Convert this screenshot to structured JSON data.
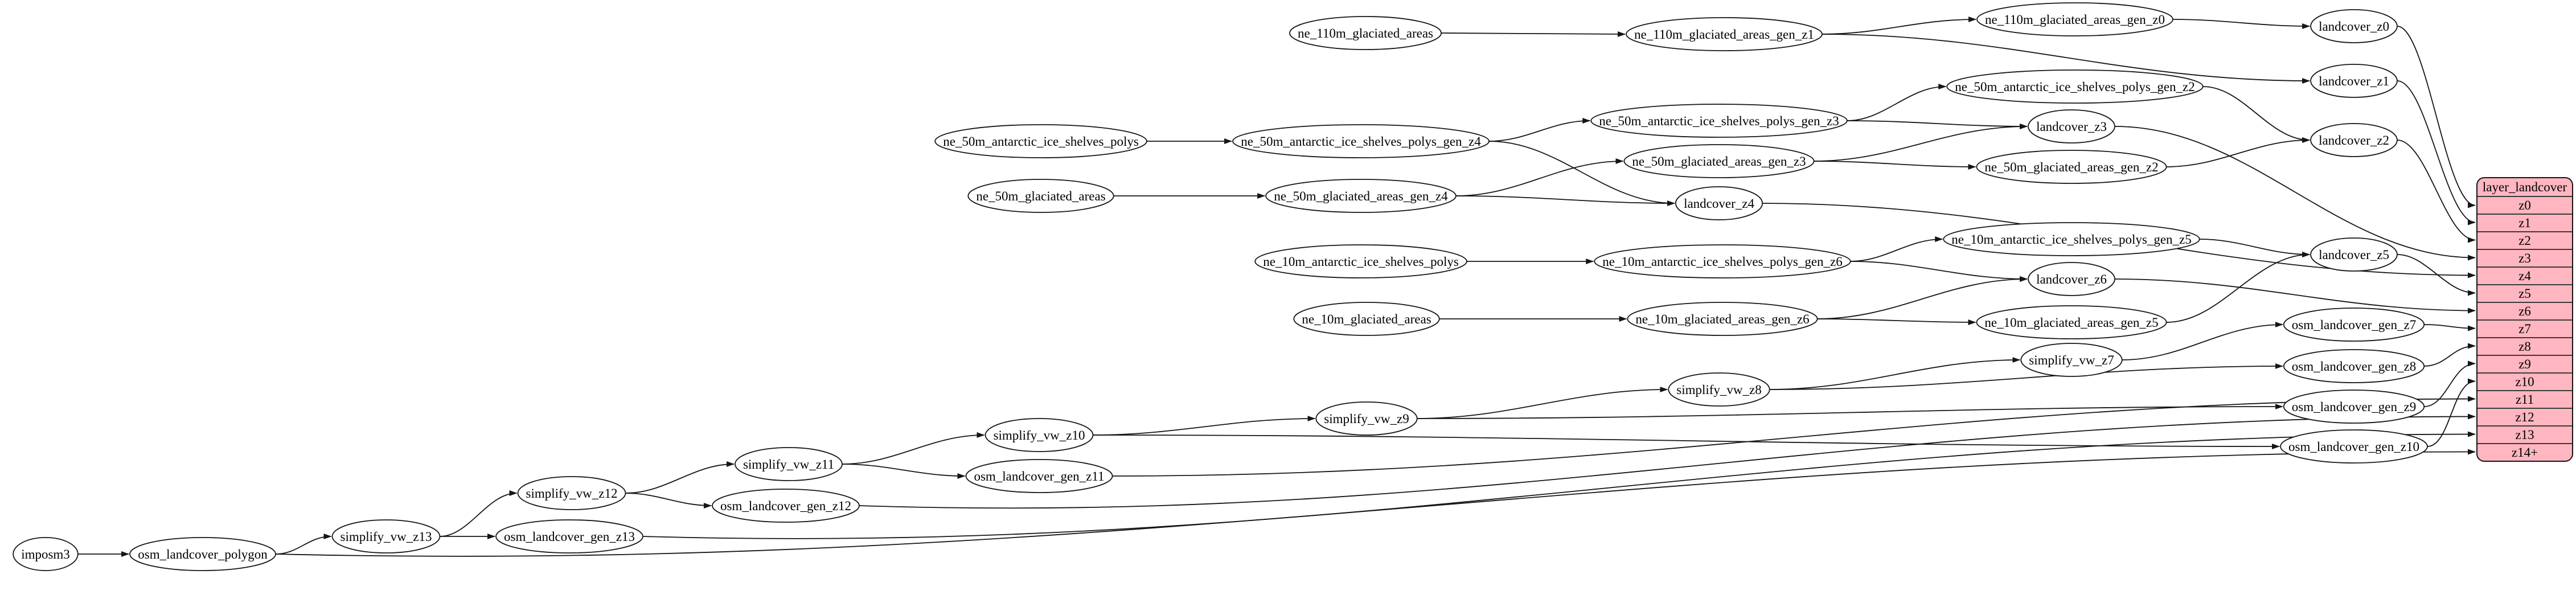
{
  "diagram": {
    "colors": {
      "table_fill": "#ffb6c1",
      "table_border": "#151515",
      "node_fill": "#ffffff",
      "node_border": "#151515",
      "edge": "#151515"
    },
    "nodes": [
      {
        "id": "imposm3",
        "label": "imposm3"
      },
      {
        "id": "osm_landcover_polygon",
        "label": "osm_landcover_polygon"
      },
      {
        "id": "simplify_vw_z13",
        "label": "simplify_vw_z13"
      },
      {
        "id": "osm_landcover_gen_z13",
        "label": "osm_landcover_gen_z13"
      },
      {
        "id": "simplify_vw_z12",
        "label": "simplify_vw_z12"
      },
      {
        "id": "osm_landcover_gen_z12",
        "label": "osm_landcover_gen_z12"
      },
      {
        "id": "simplify_vw_z11",
        "label": "simplify_vw_z11"
      },
      {
        "id": "osm_landcover_gen_z11",
        "label": "osm_landcover_gen_z11"
      },
      {
        "id": "simplify_vw_z10",
        "label": "simplify_vw_z10"
      },
      {
        "id": "simplify_vw_z9",
        "label": "simplify_vw_z9"
      },
      {
        "id": "simplify_vw_z8",
        "label": "simplify_vw_z8"
      },
      {
        "id": "simplify_vw_z7",
        "label": "simplify_vw_z7"
      },
      {
        "id": "osm_landcover_gen_z7",
        "label": "osm_landcover_gen_z7"
      },
      {
        "id": "osm_landcover_gen_z8",
        "label": "osm_landcover_gen_z8"
      },
      {
        "id": "osm_landcover_gen_z9",
        "label": "osm_landcover_gen_z9"
      },
      {
        "id": "osm_landcover_gen_z10",
        "label": "osm_landcover_gen_z10"
      },
      {
        "id": "ne_110m_glaciated_areas",
        "label": "ne_110m_glaciated_areas"
      },
      {
        "id": "ne_110m_glaciated_areas_gen_z1",
        "label": "ne_110m_glaciated_areas_gen_z1"
      },
      {
        "id": "ne_110m_glaciated_areas_gen_z0",
        "label": "ne_110m_glaciated_areas_gen_z0"
      },
      {
        "id": "landcover_z0",
        "label": "landcover_z0"
      },
      {
        "id": "landcover_z1",
        "label": "landcover_z1"
      },
      {
        "id": "ne_50m_antarctic_ice_shelves_polys",
        "label": "ne_50m_antarctic_ice_shelves_polys"
      },
      {
        "id": "ne_50m_antarctic_ice_shelves_polys_gen_z4",
        "label": "ne_50m_antarctic_ice_shelves_polys_gen_z4"
      },
      {
        "id": "ne_50m_antarctic_ice_shelves_polys_gen_z3",
        "label": "ne_50m_antarctic_ice_shelves_polys_gen_z3"
      },
      {
        "id": "ne_50m_antarctic_ice_shelves_polys_gen_z2",
        "label": "ne_50m_antarctic_ice_shelves_polys_gen_z2"
      },
      {
        "id": "landcover_z2",
        "label": "landcover_z2"
      },
      {
        "id": "landcover_z3",
        "label": "landcover_z3"
      },
      {
        "id": "ne_50m_glaciated_areas",
        "label": "ne_50m_glaciated_areas"
      },
      {
        "id": "ne_50m_glaciated_areas_gen_z4",
        "label": "ne_50m_glaciated_areas_gen_z4"
      },
      {
        "id": "ne_50m_glaciated_areas_gen_z3",
        "label": "ne_50m_glaciated_areas_gen_z3"
      },
      {
        "id": "ne_50m_glaciated_areas_gen_z2",
        "label": "ne_50m_glaciated_areas_gen_z2"
      },
      {
        "id": "landcover_z4",
        "label": "landcover_z4"
      },
      {
        "id": "ne_10m_antarctic_ice_shelves_polys",
        "label": "ne_10m_antarctic_ice_shelves_polys"
      },
      {
        "id": "ne_10m_antarctic_ice_shelves_polys_gen_z6",
        "label": "ne_10m_antarctic_ice_shelves_polys_gen_z6"
      },
      {
        "id": "ne_10m_antarctic_ice_shelves_polys_gen_z5",
        "label": "ne_10m_antarctic_ice_shelves_polys_gen_z5"
      },
      {
        "id": "landcover_z5",
        "label": "landcover_z5"
      },
      {
        "id": "landcover_z6",
        "label": "landcover_z6"
      },
      {
        "id": "ne_10m_glaciated_areas",
        "label": "ne_10m_glaciated_areas"
      },
      {
        "id": "ne_10m_glaciated_areas_gen_z6",
        "label": "ne_10m_glaciated_areas_gen_z6"
      },
      {
        "id": "ne_10m_glaciated_areas_gen_z5",
        "label": "ne_10m_glaciated_areas_gen_z5"
      }
    ],
    "table": {
      "title": "layer_landcover",
      "rows": [
        "z0",
        "z1",
        "z2",
        "z3",
        "z4",
        "z5",
        "z6",
        "z7",
        "z8",
        "z9",
        "z10",
        "z11",
        "z12",
        "z13",
        "z14+"
      ]
    },
    "edges": [
      [
        "imposm3",
        "osm_landcover_polygon"
      ],
      [
        "osm_landcover_polygon",
        "simplify_vw_z13"
      ],
      [
        "osm_landcover_polygon",
        "layer_landcover:z14+"
      ],
      [
        "simplify_vw_z13",
        "osm_landcover_gen_z13"
      ],
      [
        "simplify_vw_z13",
        "simplify_vw_z12"
      ],
      [
        "osm_landcover_gen_z13",
        "layer_landcover:z13"
      ],
      [
        "simplify_vw_z12",
        "osm_landcover_gen_z12"
      ],
      [
        "simplify_vw_z12",
        "simplify_vw_z11"
      ],
      [
        "osm_landcover_gen_z12",
        "layer_landcover:z12"
      ],
      [
        "simplify_vw_z11",
        "osm_landcover_gen_z11"
      ],
      [
        "simplify_vw_z11",
        "simplify_vw_z10"
      ],
      [
        "osm_landcover_gen_z11",
        "layer_landcover:z11"
      ],
      [
        "simplify_vw_z10",
        "osm_landcover_gen_z10"
      ],
      [
        "simplify_vw_z10",
        "simplify_vw_z9"
      ],
      [
        "osm_landcover_gen_z10",
        "layer_landcover:z10"
      ],
      [
        "simplify_vw_z9",
        "osm_landcover_gen_z9"
      ],
      [
        "simplify_vw_z9",
        "simplify_vw_z8"
      ],
      [
        "osm_landcover_gen_z9",
        "layer_landcover:z9"
      ],
      [
        "simplify_vw_z8",
        "osm_landcover_gen_z8"
      ],
      [
        "simplify_vw_z8",
        "simplify_vw_z7"
      ],
      [
        "osm_landcover_gen_z8",
        "layer_landcover:z8"
      ],
      [
        "simplify_vw_z7",
        "osm_landcover_gen_z7"
      ],
      [
        "osm_landcover_gen_z7",
        "layer_landcover:z7"
      ],
      [
        "ne_110m_glaciated_areas",
        "ne_110m_glaciated_areas_gen_z1"
      ],
      [
        "ne_110m_glaciated_areas_gen_z1",
        "ne_110m_glaciated_areas_gen_z0"
      ],
      [
        "ne_110m_glaciated_areas_gen_z1",
        "landcover_z1"
      ],
      [
        "ne_110m_glaciated_areas_gen_z0",
        "landcover_z0"
      ],
      [
        "landcover_z0",
        "layer_landcover:z0"
      ],
      [
        "landcover_z1",
        "layer_landcover:z1"
      ],
      [
        "ne_50m_antarctic_ice_shelves_polys",
        "ne_50m_antarctic_ice_shelves_polys_gen_z4"
      ],
      [
        "ne_50m_antarctic_ice_shelves_polys_gen_z4",
        "ne_50m_antarctic_ice_shelves_polys_gen_z3"
      ],
      [
        "ne_50m_antarctic_ice_shelves_polys_gen_z4",
        "landcover_z4"
      ],
      [
        "ne_50m_antarctic_ice_shelves_polys_gen_z3",
        "ne_50m_antarctic_ice_shelves_polys_gen_z2"
      ],
      [
        "ne_50m_antarctic_ice_shelves_polys_gen_z3",
        "landcover_z3"
      ],
      [
        "ne_50m_antarctic_ice_shelves_polys_gen_z2",
        "landcover_z2"
      ],
      [
        "ne_50m_glaciated_areas",
        "ne_50m_glaciated_areas_gen_z4"
      ],
      [
        "ne_50m_glaciated_areas_gen_z4",
        "ne_50m_glaciated_areas_gen_z3"
      ],
      [
        "ne_50m_glaciated_areas_gen_z4",
        "landcover_z4"
      ],
      [
        "ne_50m_glaciated_areas_gen_z3",
        "ne_50m_glaciated_areas_gen_z2"
      ],
      [
        "ne_50m_glaciated_areas_gen_z3",
        "landcover_z3"
      ],
      [
        "ne_50m_glaciated_areas_gen_z2",
        "landcover_z2"
      ],
      [
        "landcover_z2",
        "layer_landcover:z2"
      ],
      [
        "landcover_z3",
        "layer_landcover:z3"
      ],
      [
        "landcover_z4",
        "layer_landcover:z4"
      ],
      [
        "ne_10m_antarctic_ice_shelves_polys",
        "ne_10m_antarctic_ice_shelves_polys_gen_z6"
      ],
      [
        "ne_10m_antarctic_ice_shelves_polys_gen_z6",
        "ne_10m_antarctic_ice_shelves_polys_gen_z5"
      ],
      [
        "ne_10m_antarctic_ice_shelves_polys_gen_z6",
        "landcover_z6"
      ],
      [
        "ne_10m_antarctic_ice_shelves_polys_gen_z5",
        "landcover_z5"
      ],
      [
        "ne_10m_glaciated_areas",
        "ne_10m_glaciated_areas_gen_z6"
      ],
      [
        "ne_10m_glaciated_areas_gen_z6",
        "ne_10m_glaciated_areas_gen_z5"
      ],
      [
        "ne_10m_glaciated_areas_gen_z6",
        "landcover_z6"
      ],
      [
        "ne_10m_glaciated_areas_gen_z5",
        "landcover_z5"
      ],
      [
        "landcover_z5",
        "layer_landcover:z5"
      ],
      [
        "landcover_z6",
        "layer_landcover:z6"
      ]
    ]
  }
}
